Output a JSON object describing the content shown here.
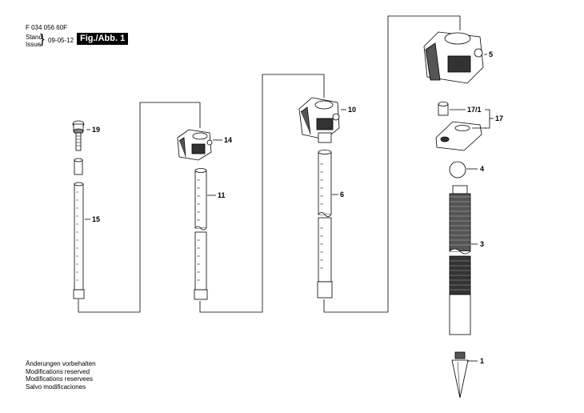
{
  "header": {
    "document_number": "F 034 056 60F",
    "stand_label": "Stand",
    "issue_label": "Issue",
    "date": "09-05-12",
    "figure_label": "Fig./Abb. 1"
  },
  "notes": [
    "Änderungen vorbehalten",
    "Modifications reserved",
    "Modifications reservees",
    "Salvo modificaciones"
  ],
  "parts": {
    "p19": "19",
    "p15": "15",
    "p14": "14",
    "p11": "11",
    "p10": "10",
    "p6": "6",
    "p5": "5",
    "p17_1": "17/1",
    "p17": "17",
    "p4": "4",
    "p3": "3",
    "p1": "1"
  }
}
